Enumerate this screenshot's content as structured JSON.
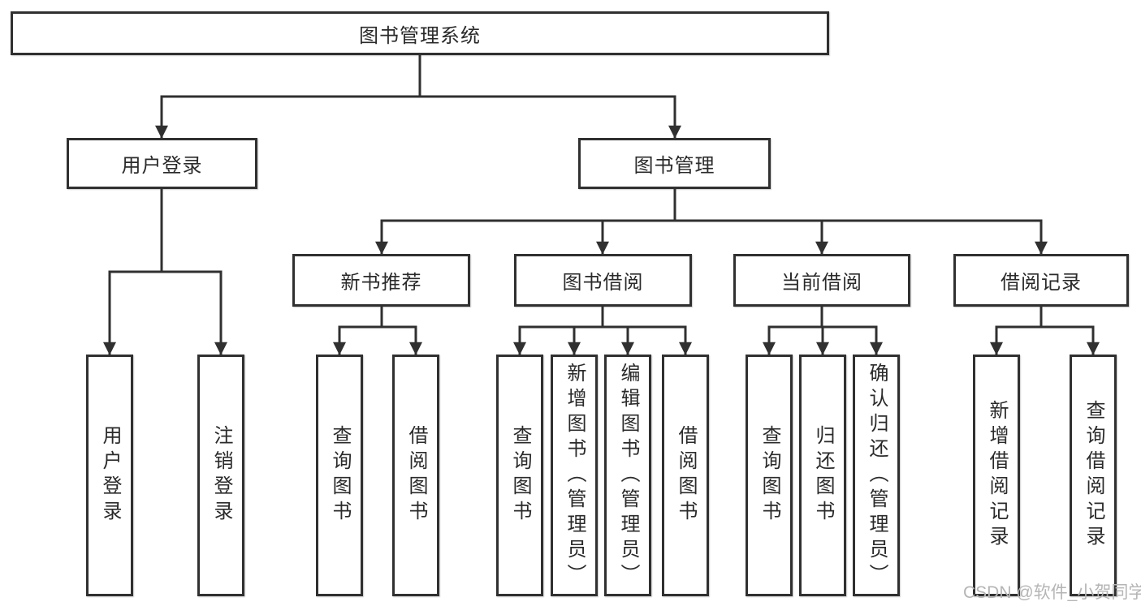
{
  "tree": {
    "root": {
      "label": "图书管理系统"
    },
    "branches": [
      {
        "label": "用户登录",
        "children": [
          {
            "label": "用户登录"
          },
          {
            "label": "注销登录"
          }
        ]
      },
      {
        "label": "图书管理",
        "children": [
          {
            "label": "新书推荐",
            "children": [
              {
                "label": "查询图书"
              },
              {
                "label": "借阅图书"
              }
            ]
          },
          {
            "label": "图书借阅",
            "children": [
              {
                "label": "查询图书"
              },
              {
                "label": "新增图书（管理员）"
              },
              {
                "label": "编辑图书（管理员）"
              },
              {
                "label": "借阅图书"
              }
            ]
          },
          {
            "label": "当前借阅",
            "children": [
              {
                "label": "查询图书"
              },
              {
                "label": "归还图书"
              },
              {
                "label": "确认归还（管理员）"
              }
            ]
          },
          {
            "label": "借阅记录",
            "children": [
              {
                "label": "新增借阅记录"
              },
              {
                "label": "查询借阅记录"
              }
            ]
          }
        ]
      }
    ]
  },
  "watermark": "CSDN @软件_小贺同学",
  "colors": {
    "line": "#303030",
    "text": "#2a2a2a",
    "box_background": "#ffffff",
    "page_background": "#ffffff",
    "watermark": "#b5b5b5"
  }
}
